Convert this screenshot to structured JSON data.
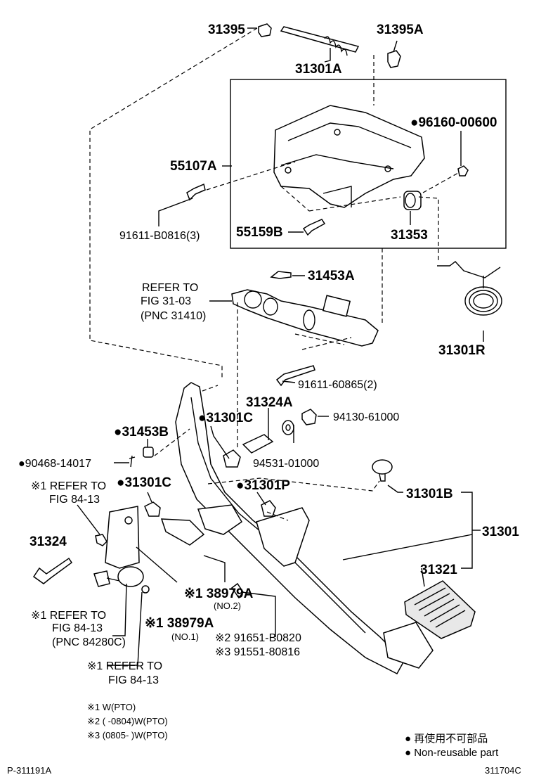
{
  "labels": {
    "p31395": "31395",
    "p31395a": "31395A",
    "p31301a": "31301A",
    "p96160": "●96160-00600",
    "p55107a": "55107A",
    "p91611b": "91611-B0816(3)",
    "p55159b": "55159B",
    "p31353": "31353",
    "refer1_l1": "REFER TO",
    "refer1_l2": "FIG 31-03",
    "refer1_l3": "(PNC 31410)",
    "p31453a": "31453A",
    "p31301r": "31301R",
    "p91611_6": "91611-60865(2)",
    "p31324a": "31324A",
    "p94130": "94130-61000",
    "p31453b": "●31453B",
    "p31301c_top": "●31301C",
    "p94531": "94531-01000",
    "p90468": "●90468-14017",
    "refer2_l1": "※1 REFER TO",
    "refer2_l2": "FIG 84-13",
    "p31301c_low": "●31301C",
    "p31301p": "●31301P",
    "p31301b": "31301B",
    "p31301": "31301",
    "p31324": "31324",
    "p31321": "31321",
    "p38979a_2": "※1 38979A",
    "p38979a_2_sub": "(NO.2)",
    "refer3_l1": "※1 REFER TO",
    "refer3_l2": "FIG 84-13",
    "refer3_l3": "(PNC 84280C)",
    "p38979a_1": "※1 38979A",
    "p38979a_1_sub": "(NO.1)",
    "p91651": "※2 91651-B0820",
    "p91551": "※3 91551-80816",
    "refer4_l1": "※1 REFER TO",
    "refer4_l2": "FIG 84-13"
  },
  "notes": [
    "※1  W(PTO)",
    "※2  (      -0804)W(PTO)",
    "※3  (0805-      )W(PTO)"
  ],
  "legend": {
    "line1": "● 再使用不可部品",
    "line2": "● Non-reusable part"
  },
  "footer": {
    "left": "P-311191A",
    "right": "311704C"
  }
}
